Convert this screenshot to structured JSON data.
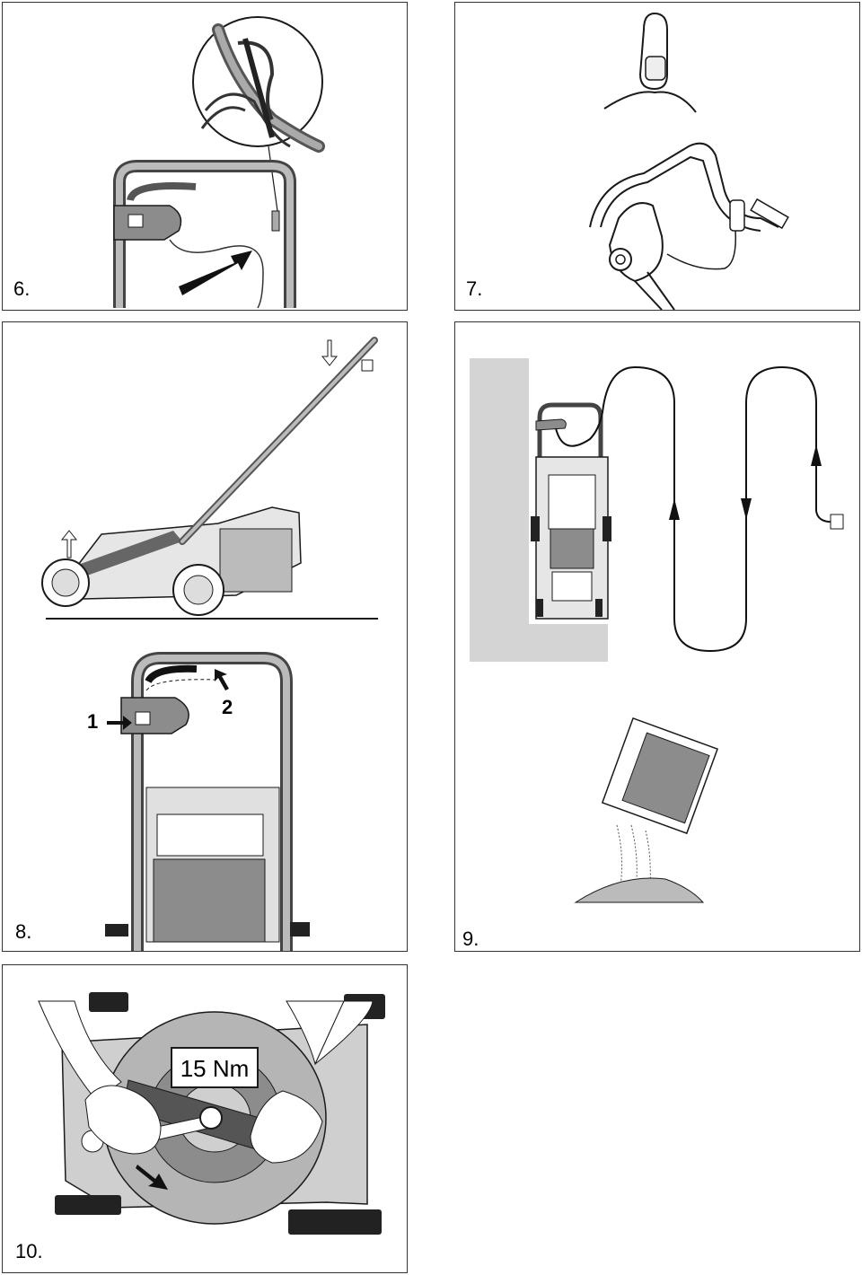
{
  "panels": [
    {
      "number": "6."
    },
    {
      "number": "7."
    },
    {
      "number": "8.",
      "callouts": [
        "1",
        "2"
      ]
    },
    {
      "number": "9."
    },
    {
      "number": "10.",
      "torque_label": "15 Nm"
    }
  ],
  "colors": {
    "ink": "#1a1a1a",
    "shade": "#8c8c8c",
    "light_gray": "#cfcfcf",
    "wall_gray": "#d4d4d4"
  }
}
